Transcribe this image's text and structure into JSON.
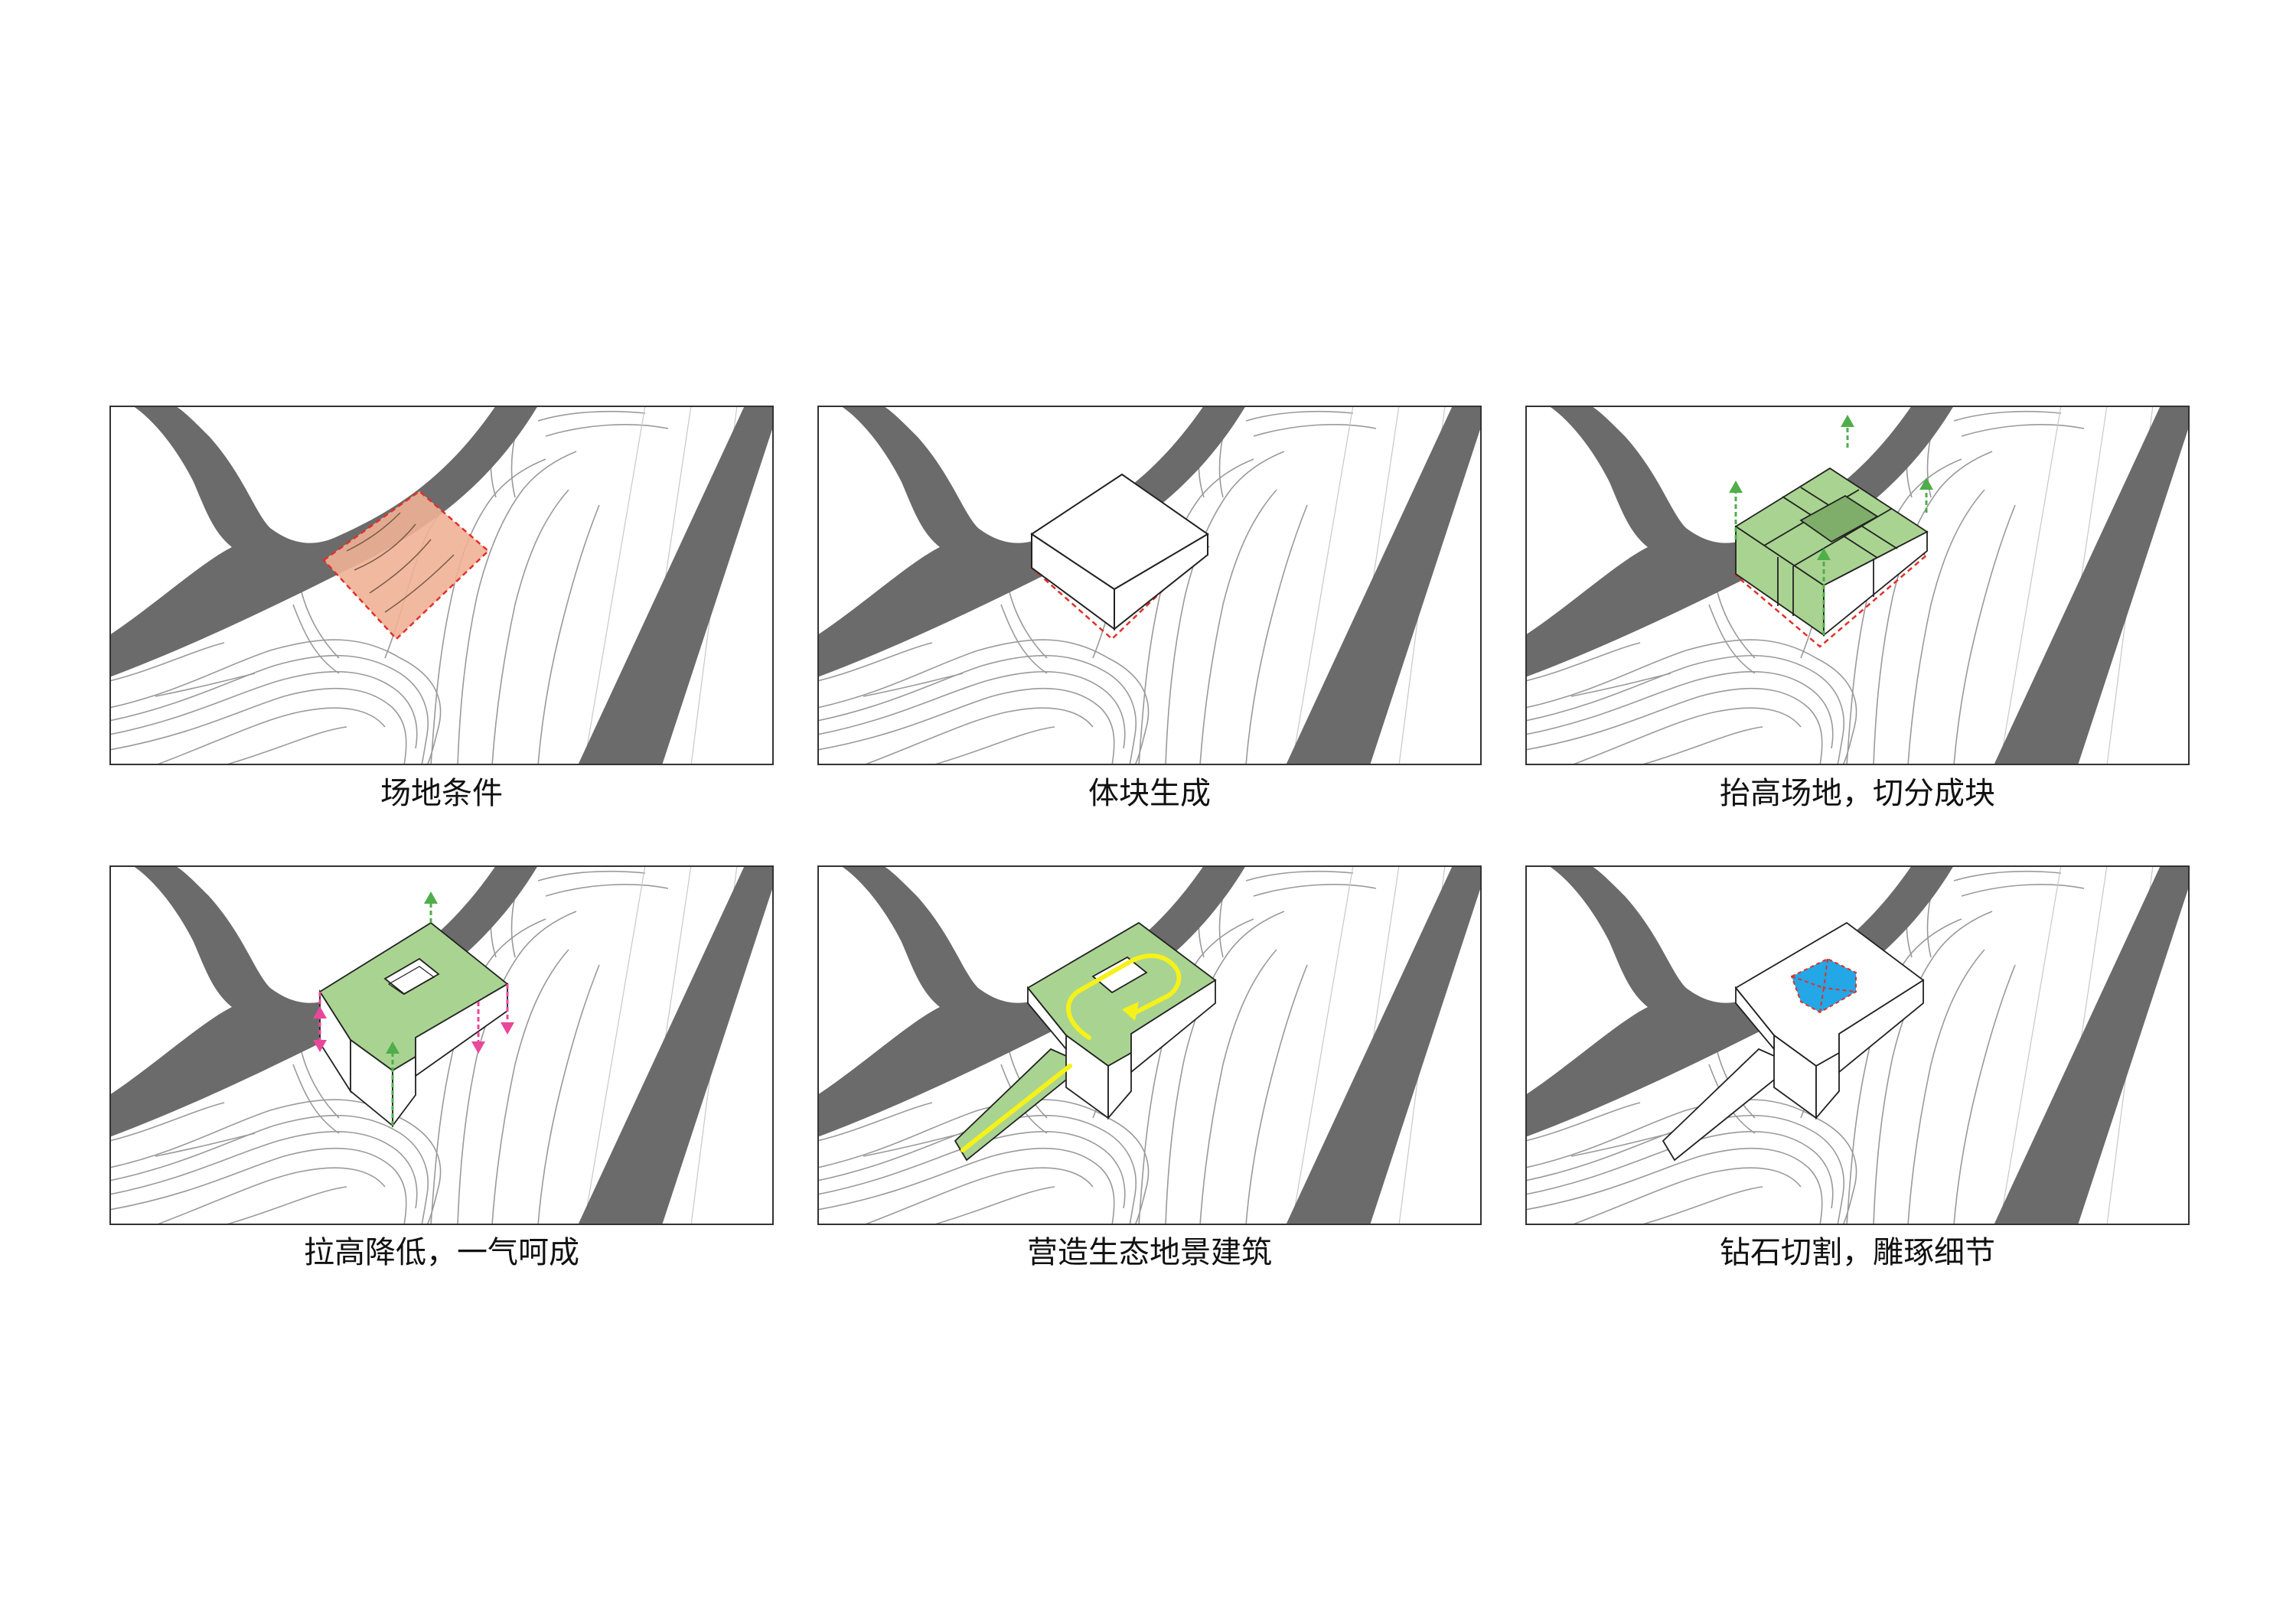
{
  "colors": {
    "road": "#6b6b6b",
    "contour": "#9a9a9a",
    "site_fill": "#f0b196",
    "site_outline": "#e0302a",
    "block_green": "#a9d391",
    "block_green_dark": "#7fae6a",
    "arrow_green": "#4fae4a",
    "arrow_pink": "#e9479a",
    "path_yellow": "#f5f11a",
    "diamond_blue": "#23a7e6"
  },
  "panels": [
    {
      "caption": "场地条件"
    },
    {
      "caption": "体块生成"
    },
    {
      "caption": "抬高场地，切分成块"
    },
    {
      "caption": "拉高降低，一气呵成"
    },
    {
      "caption": "营造生态地景建筑"
    },
    {
      "caption": "钻石切割，雕琢细节"
    }
  ]
}
